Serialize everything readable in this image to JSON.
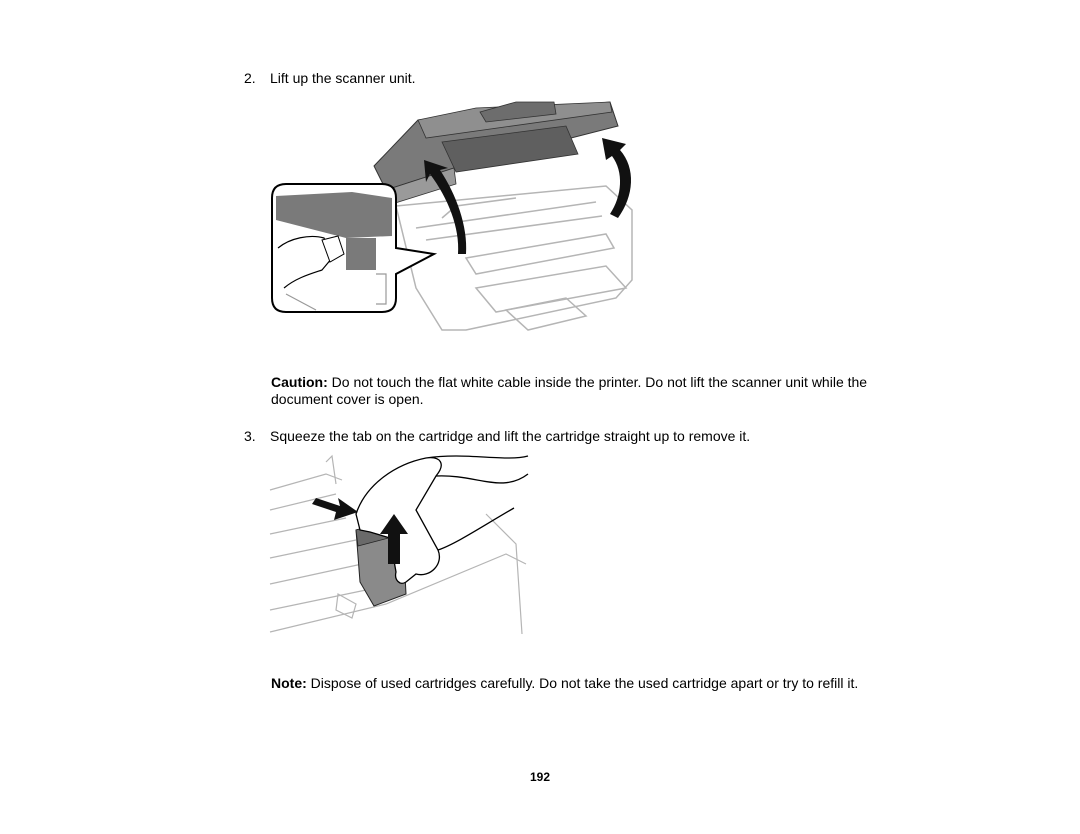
{
  "steps": [
    {
      "number": "2.",
      "text": "Lift up the scanner unit."
    },
    {
      "number": "3.",
      "text": "Squeeze the tab on the cartridge and lift the cartridge straight up to remove it."
    }
  ],
  "caution": {
    "label": "Caution:",
    "text": "Do not touch the flat white cable inside the printer. Do not lift the scanner unit while the document cover is open."
  },
  "note": {
    "label": "Note:",
    "text": "Dispose of used cartridges carefully. Do not take the used cartridge apart or try to refill it."
  },
  "page_number": "192",
  "colors": {
    "scanner_gray": "#7a7a7a",
    "printer_outline": "#b5b5b5",
    "arrow": "#111111",
    "cartridge": "#8a8a8a"
  }
}
